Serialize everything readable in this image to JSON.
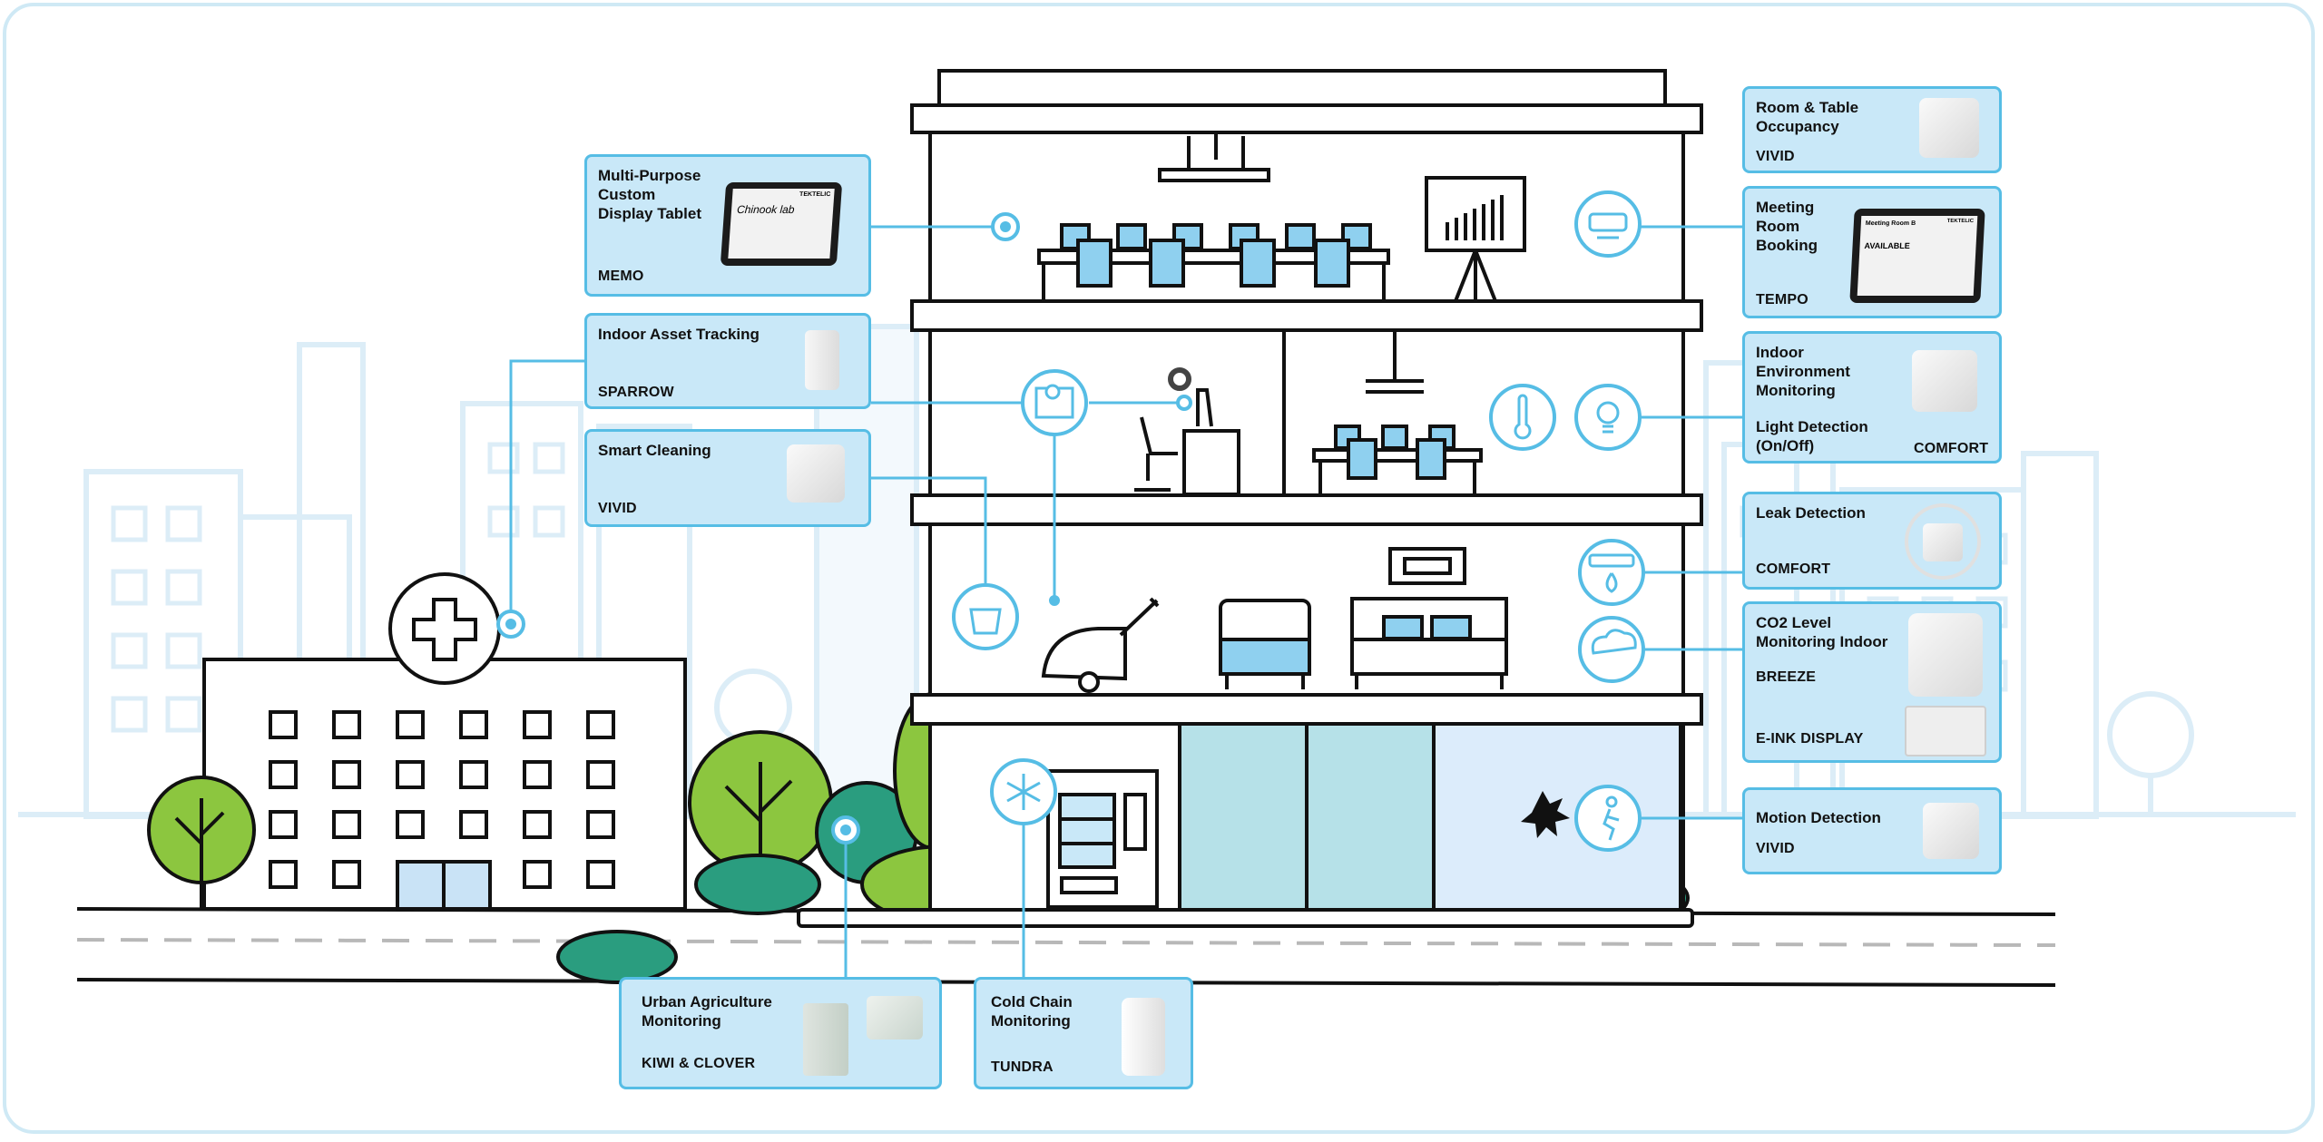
{
  "cards": {
    "memo": {
      "title": "Multi-Purpose\nCustom\nDisplay Tablet",
      "product": "MEMO",
      "screen": "Chinook lab",
      "brand": "TEKTELIC"
    },
    "sparrow": {
      "title": "Indoor Asset Tracking",
      "product": "SPARROW"
    },
    "cleaning": {
      "title": "Smart Cleaning",
      "product": "VIVID"
    },
    "occupancy": {
      "title": "Room & Table\nOccupancy",
      "product": "VIVID"
    },
    "meeting": {
      "title": "Meeting\nRoom\nBooking",
      "product": "TEMPO",
      "screen_room": "Meeting Room B",
      "screen_status": "AVAILABLE",
      "brand": "TEKTELIC"
    },
    "env": {
      "title": "Indoor\nEnvironment\nMonitoring",
      "title2": "Light Detection\n(On/Off)",
      "product": "COMFORT"
    },
    "leak": {
      "title": "Leak Detection",
      "product": "COMFORT"
    },
    "co2": {
      "title": "CO2 Level\nMonitoring Indoor",
      "product": "BREEZE",
      "product2": "E-INK DISPLAY"
    },
    "motion": {
      "title": "Motion Detection",
      "product": "VIVID"
    },
    "agri": {
      "title": "Urban Agriculture\nMonitoring",
      "product": "KIWI & CLOVER"
    },
    "cold": {
      "title": "Cold Chain\nMonitoring",
      "product": "TUNDRA"
    }
  },
  "icons": {
    "occupancy": "meeting-room-icon",
    "tracking": "map-location-icon",
    "cleaning": "cleaning-bucket-icon",
    "temperature": "thermometer-icon",
    "light": "light-bulb-icon",
    "leak": "water-leak-icon",
    "co2": "co2-cloud-icon",
    "motion": "running-person-icon",
    "cold": "snowflake-icon",
    "hospital": "medical-cross-icon"
  },
  "colors": {
    "accent": "#56bde5",
    "card_bg": "#c9e8f8",
    "tree": "#8cc63f",
    "shrub": "#2a9d7f",
    "line": "#111111"
  }
}
